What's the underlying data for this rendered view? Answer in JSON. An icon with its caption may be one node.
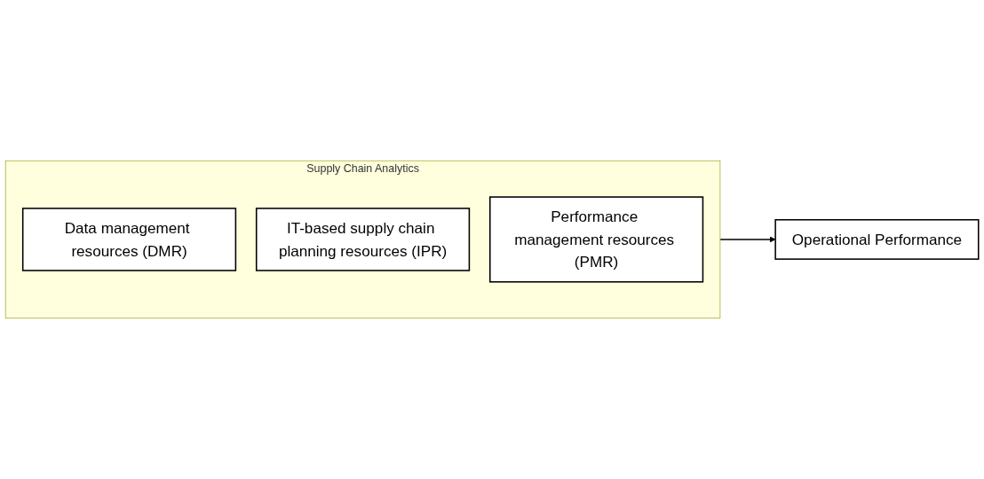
{
  "diagram": {
    "nodes": [
      {
        "text": [
          "Supply Chain Analytics"
        ]
      },
      {
        "text": [
          "Data management resources (DMR)"
        ],
        "in": 0
      },
      {
        "text": [
          "IT-based supply chain planning resources (IPR)"
        ],
        "in": 0
      },
      {
        "text": [
          "Performance management resources (PMR)"
        ],
        "in": 0
      },
      {
        "text": [
          "Operational Performance"
        ]
      }
    ],
    "edges": [
      {
        "from": 0,
        "to": 4,
        "arrow": "to"
      }
    ]
  }
}
